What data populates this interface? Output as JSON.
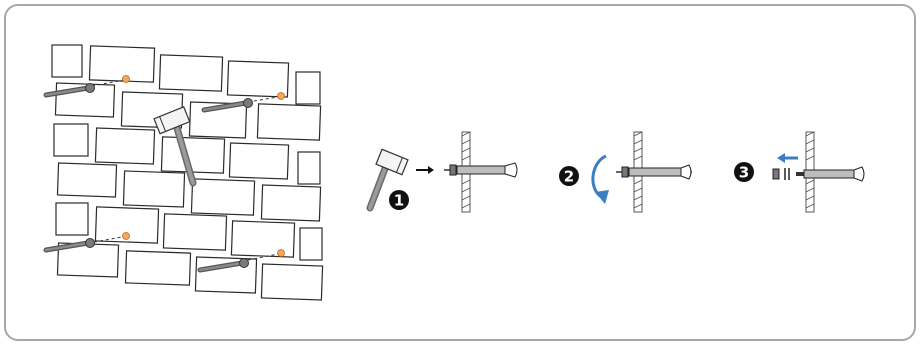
{
  "steps": [
    {
      "number": "1",
      "action": "hammer-expansion-bolt-in"
    },
    {
      "number": "2",
      "action": "rotate-nut-clockwise"
    },
    {
      "number": "3",
      "action": "remove-nut-and-washer"
    }
  ],
  "colors": {
    "frame": "#a7a7a7",
    "outline": "#222222",
    "bolt": "#6e6e6e",
    "hammer_handle": "#8a8a8a",
    "hole_marker": "#f2a75a",
    "arrow_blue": "#3a7fc4",
    "wall_hatch": "#555555"
  },
  "icons": [
    "brick-wall-icon",
    "hammer-icon",
    "expansion-bolt-icon",
    "rotate-arrow-icon",
    "left-arrow-icon",
    "nut-washer-icon"
  ]
}
